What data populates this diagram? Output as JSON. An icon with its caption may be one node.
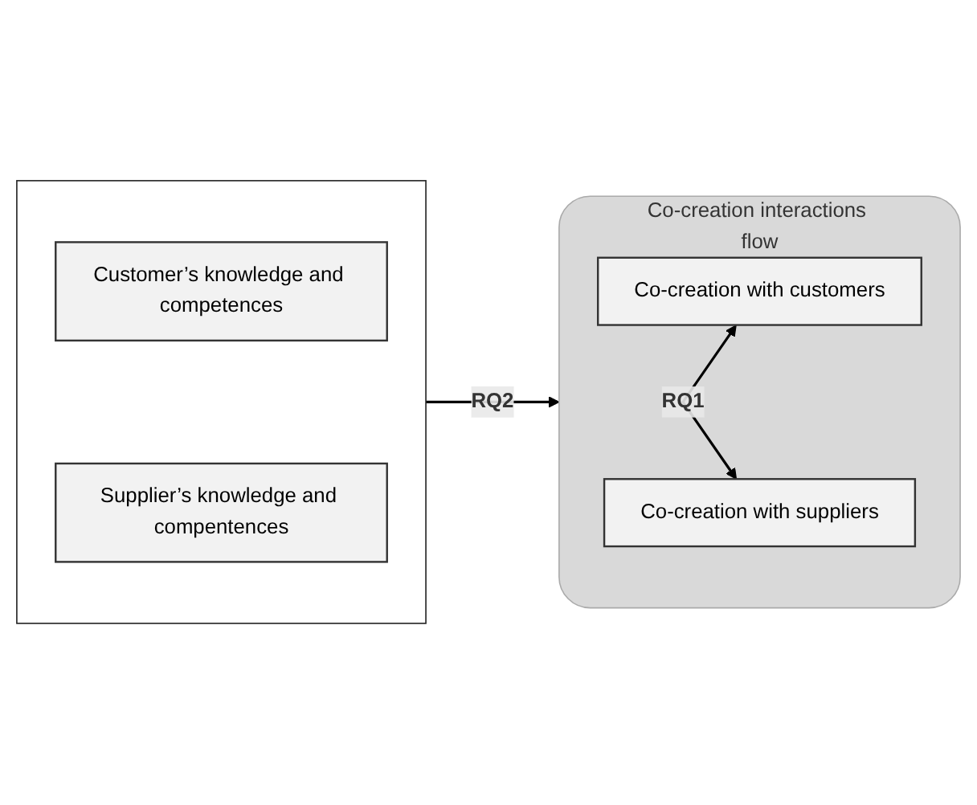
{
  "diagram": {
    "nodes": [
      {
        "text": [],
        "shape": "box"
      },
      {
        "text": [
          "Customer’s knowledge and competences"
        ],
        "in": 0
      },
      {
        "text": [
          "Supplier’s knowledge and compentences"
        ],
        "in": 0
      },
      {
        "text": [
          "Co-creation interactions flow"
        ]
      },
      {
        "text": [
          "Co-creation with customers"
        ],
        "in": 3
      },
      {
        "text": [
          "Co-creation with suppliers"
        ],
        "in": 3
      }
    ],
    "edges": [
      {
        "from": 0,
        "to": 3,
        "label": "RQ2",
        "arrow": "to"
      },
      {
        "from": 4,
        "to": 5,
        "label": "RQ1",
        "arrow": "both"
      }
    ]
  }
}
